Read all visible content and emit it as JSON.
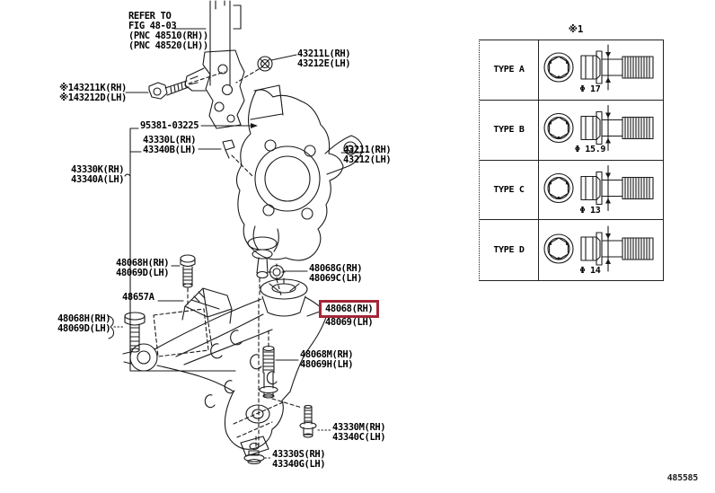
{
  "page": {
    "figure_code": "485585"
  },
  "diagram": {
    "note_ref": {
      "lines": [
        "REFER TO",
        "FIG 48-03",
        "(PNC 48510(RH))",
        "(PNC 48520(LH))"
      ]
    },
    "labels": {
      "strut_bolt_right": {
        "line1": "43211L(RH)",
        "line2": "43212E(LH)"
      },
      "strut_bolt_left": {
        "line1": "※143211K(RH)",
        "line2": "※143212D(LH)"
      },
      "cotter_pin": {
        "line1": "95381-03225"
      },
      "knuckle_stud": {
        "line1": "43330L(RH)",
        "line2": "43340B(LH)"
      },
      "lower_ball_joint": {
        "line1": "43330K(RH)",
        "line2": "43340A(LH)"
      },
      "knuckle": {
        "line1": "43211(RH)",
        "line2": "43212(LH)"
      },
      "bracket_bolt": {
        "line1": "48068H(RH)",
        "line2": "48069D(LH)"
      },
      "arm_nut": {
        "line1": "48068G(RH)",
        "line2": "48069C(LH)"
      },
      "bracket": {
        "line1": "48657A"
      },
      "arm_front_bolt": {
        "line1": "48068H(RH)",
        "line2": "48069D(LH)"
      },
      "arm_selected": {
        "line1": "48068(RH)",
        "line2": "48069(LH)"
      },
      "arm_rear_bolt": {
        "line1": "48068M(RH)",
        "line2": "48069H(LH)"
      },
      "ball_joint_bolt": {
        "line1": "43330M(RH)",
        "line2": "43340C(LH)"
      },
      "ball_joint_nut": {
        "line1": "43330S(RH)",
        "line2": "43340G(LH)"
      }
    },
    "highlight": {
      "color": "#a32638"
    },
    "bolt_table": {
      "note": "※1",
      "rows": [
        {
          "type": "TYPE A",
          "diameter": "Φ 17"
        },
        {
          "type": "TYPE B",
          "diameter": "Φ 15.9"
        },
        {
          "type": "TYPE C",
          "diameter": "Φ 13"
        },
        {
          "type": "TYPE D",
          "diameter": "Φ 14"
        }
      ]
    }
  }
}
